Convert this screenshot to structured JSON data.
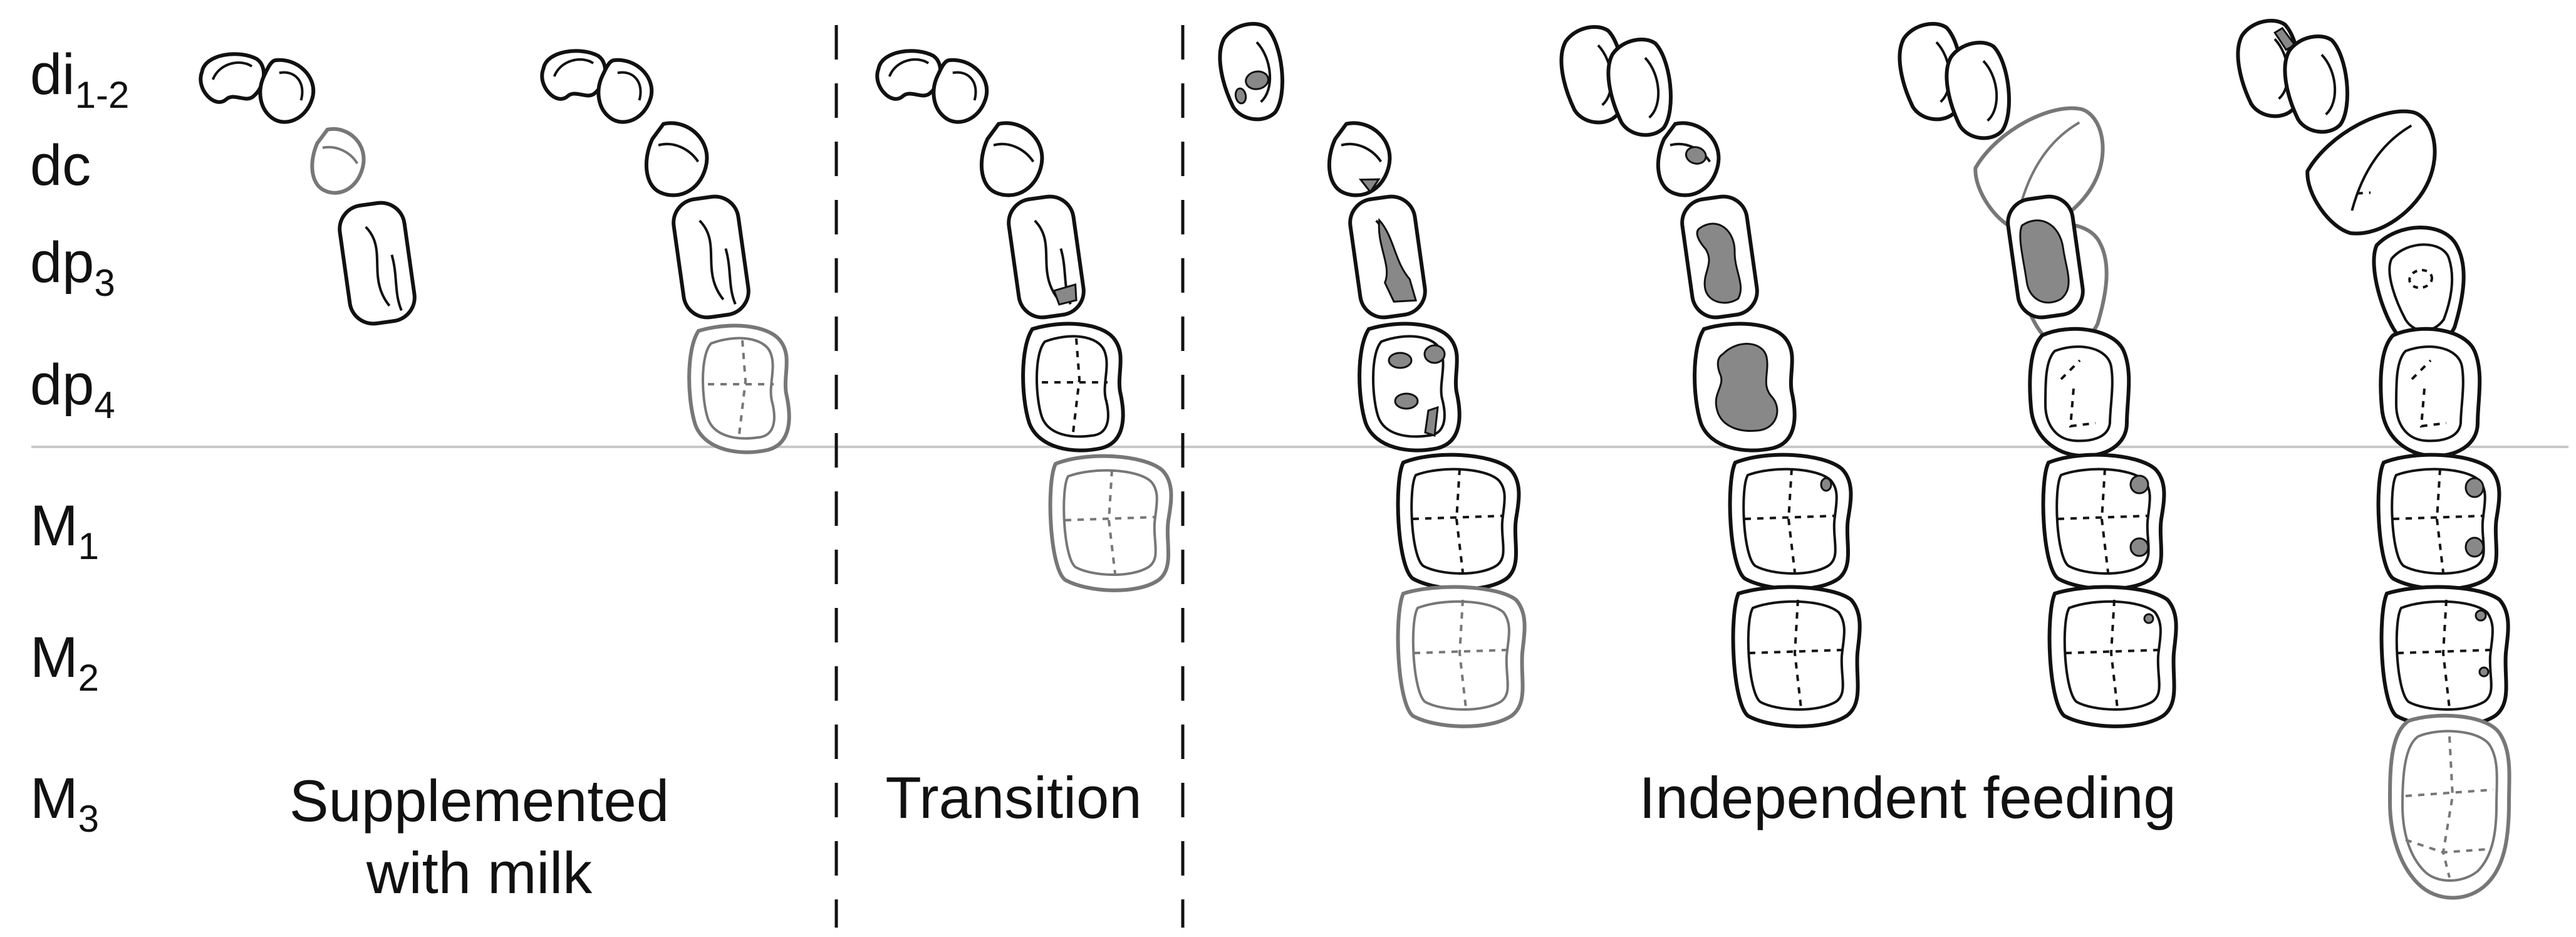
{
  "colors": {
    "ink": "#111111",
    "erupting": "#777777",
    "wear": "#888888",
    "divider": "#c8c8c8"
  },
  "tooth_labels": {
    "di": {
      "base": "di",
      "sub": "1-2"
    },
    "dc": {
      "base": "dc",
      "sub": ""
    },
    "dp3": {
      "base": "dp",
      "sub": "3"
    },
    "dp4": {
      "base": "dp",
      "sub": "4"
    },
    "m1": {
      "base": "M",
      "sub": "1"
    },
    "m2": {
      "base": "M",
      "sub": "2"
    },
    "m3": {
      "base": "M",
      "sub": "3"
    }
  },
  "phases": {
    "supplemented_line1": "Supplemented",
    "supplemented_line2": "with milk",
    "transition": "Transition",
    "independent": "Independent feeding"
  }
}
